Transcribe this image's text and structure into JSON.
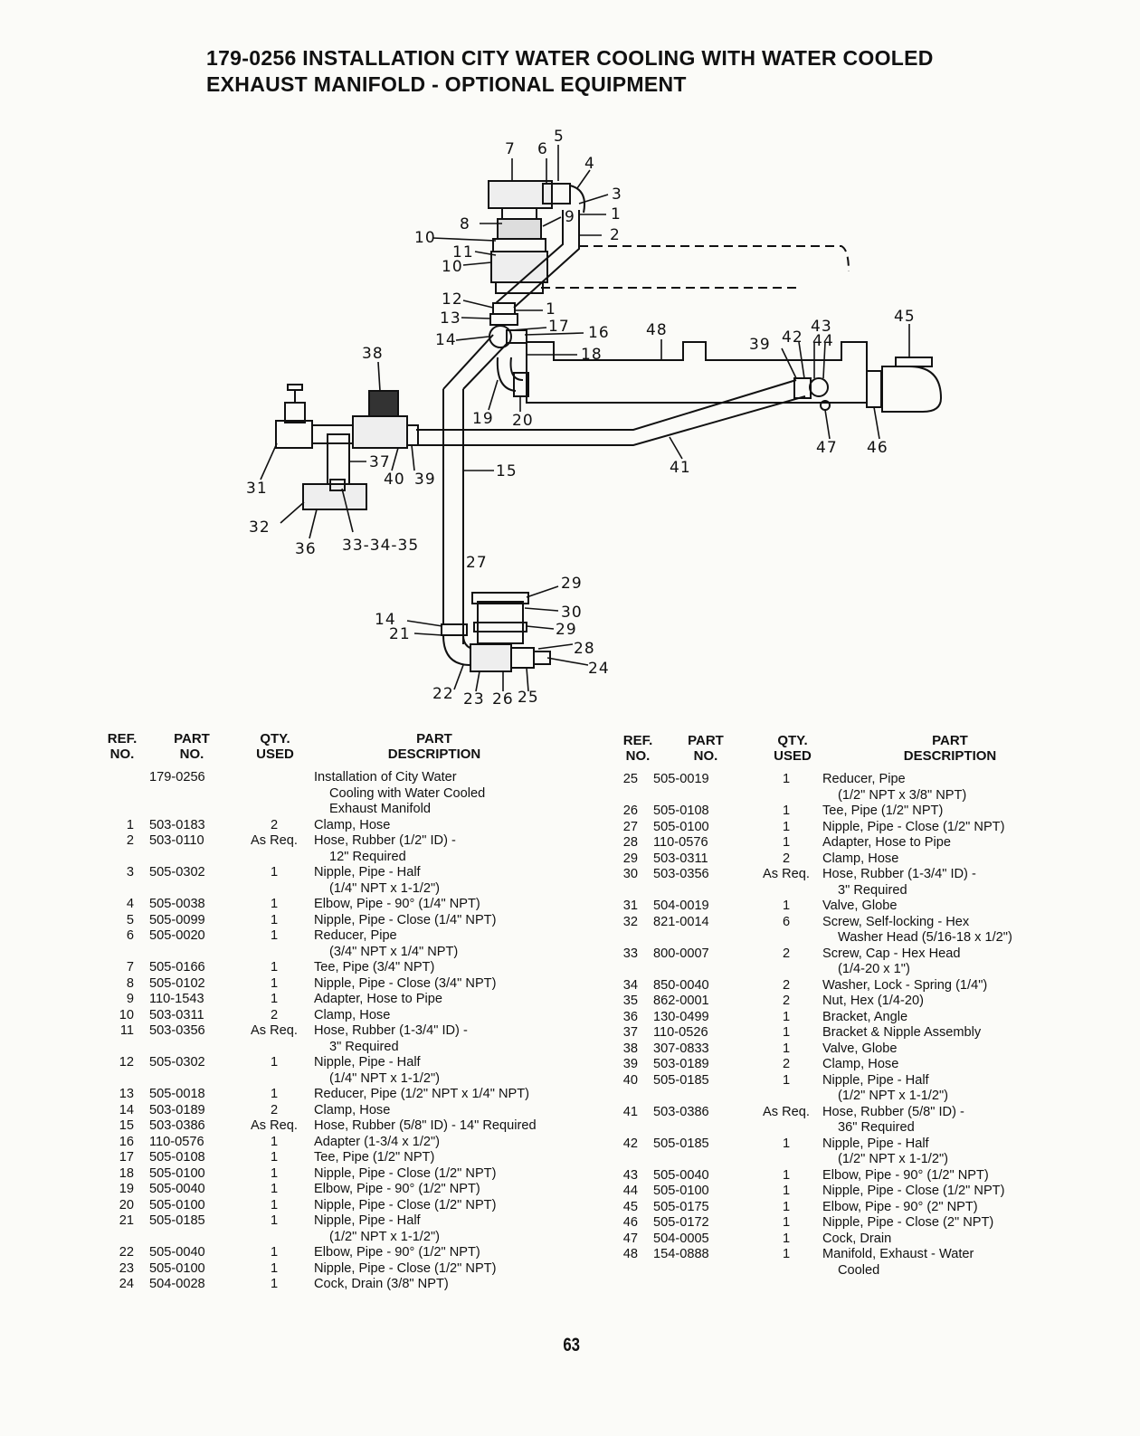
{
  "title": {
    "line1": "179-0256 INSTALLATION CITY WATER COOLING WITH WATER COOLED",
    "line2": "EXHAUST MANIFOLD - OPTIONAL EQUIPMENT"
  },
  "headers": {
    "ref": [
      "REF.",
      "NO."
    ],
    "part": [
      "PART",
      "NO."
    ],
    "qty": [
      "QTY.",
      "USED"
    ],
    "desc": [
      "PART",
      "DESCRIPTION"
    ]
  },
  "diagram_labels": [
    "1",
    "2",
    "3",
    "4",
    "5",
    "6",
    "7",
    "8",
    "9",
    "10",
    "11",
    "10",
    "12",
    "1",
    "13",
    "17",
    "16",
    "14",
    "18",
    "48",
    "39",
    "42",
    "43",
    "44",
    "45",
    "38",
    "19",
    "20",
    "47",
    "46",
    "41",
    "37",
    "40",
    "39",
    "15",
    "31",
    "32",
    "36",
    "33-34-35",
    "27",
    "29",
    "30",
    "29",
    "14",
    "21",
    "28",
    "24",
    "22",
    "23",
    "26",
    "25"
  ],
  "left_rows": [
    {
      "ref": "",
      "part": "179-0256",
      "qty": "",
      "desc": [
        "Installation of City Water",
        "Cooling with Water Cooled",
        "Exhaust Manifold"
      ]
    },
    {
      "ref": "1",
      "part": "503-0183",
      "qty": "2",
      "desc": [
        "Clamp, Hose"
      ]
    },
    {
      "ref": "2",
      "part": "503-0110",
      "qty": "As Req.",
      "desc": [
        "Hose, Rubber (1/2\" ID) -",
        "12\" Required"
      ]
    },
    {
      "ref": "3",
      "part": "505-0302",
      "qty": "1",
      "desc": [
        "Nipple, Pipe - Half",
        "(1/4\" NPT x 1-1/2\")"
      ]
    },
    {
      "ref": "4",
      "part": "505-0038",
      "qty": "1",
      "desc": [
        "Elbow, Pipe - 90° (1/4\" NPT)"
      ]
    },
    {
      "ref": "5",
      "part": "505-0099",
      "qty": "1",
      "desc": [
        "Nipple, Pipe - Close (1/4\" NPT)"
      ]
    },
    {
      "ref": "6",
      "part": "505-0020",
      "qty": "1",
      "desc": [
        "Reducer, Pipe",
        "(3/4\" NPT x 1/4\" NPT)"
      ]
    },
    {
      "ref": "7",
      "part": "505-0166",
      "qty": "1",
      "desc": [
        "Tee, Pipe (3/4\" NPT)"
      ]
    },
    {
      "ref": "8",
      "part": "505-0102",
      "qty": "1",
      "desc": [
        "Nipple, Pipe - Close (3/4\" NPT)"
      ]
    },
    {
      "ref": "9",
      "part": "110-1543",
      "qty": "1",
      "desc": [
        "Adapter, Hose to Pipe"
      ]
    },
    {
      "ref": "10",
      "part": "503-0311",
      "qty": "2",
      "desc": [
        "Clamp, Hose"
      ]
    },
    {
      "ref": "11",
      "part": "503-0356",
      "qty": "As Req.",
      "desc": [
        "Hose, Rubber (1-3/4\" ID) -",
        "3\" Required"
      ]
    },
    {
      "ref": "12",
      "part": "505-0302",
      "qty": "1",
      "desc": [
        "Nipple, Pipe - Half",
        "(1/4\" NPT x 1-1/2\")"
      ]
    },
    {
      "ref": "13",
      "part": "505-0018",
      "qty": "1",
      "desc": [
        "Reducer, Pipe (1/2\" NPT x 1/4\" NPT)"
      ]
    },
    {
      "ref": "14",
      "part": "503-0189",
      "qty": "2",
      "desc": [
        "Clamp, Hose"
      ]
    },
    {
      "ref": "15",
      "part": "503-0386",
      "qty": "As Req.",
      "desc": [
        "Hose, Rubber (5/8\" ID) - 14\" Required"
      ]
    },
    {
      "ref": "16",
      "part": "110-0576",
      "qty": "1",
      "desc": [
        "Adapter (1-3/4 x 1/2\")"
      ]
    },
    {
      "ref": "17",
      "part": "505-0108",
      "qty": "1",
      "desc": [
        "Tee, Pipe (1/2\" NPT)"
      ]
    },
    {
      "ref": "18",
      "part": "505-0100",
      "qty": "1",
      "desc": [
        "Nipple, Pipe - Close (1/2\" NPT)"
      ]
    },
    {
      "ref": "19",
      "part": "505-0040",
      "qty": "1",
      "desc": [
        "Elbow, Pipe - 90° (1/2\" NPT)"
      ]
    },
    {
      "ref": "20",
      "part": "505-0100",
      "qty": "1",
      "desc": [
        "Nipple, Pipe - Close (1/2\" NPT)"
      ]
    },
    {
      "ref": "21",
      "part": "505-0185",
      "qty": "1",
      "desc": [
        "Nipple, Pipe - Half",
        "(1/2\" NPT x 1-1/2\")"
      ]
    },
    {
      "ref": "22",
      "part": "505-0040",
      "qty": "1",
      "desc": [
        "Elbow, Pipe - 90° (1/2\" NPT)"
      ]
    },
    {
      "ref": "23",
      "part": "505-0100",
      "qty": "1",
      "desc": [
        "Nipple, Pipe - Close (1/2\" NPT)"
      ]
    },
    {
      "ref": "24",
      "part": "504-0028",
      "qty": "1",
      "desc": [
        "Cock, Drain (3/8\" NPT)"
      ]
    }
  ],
  "right_rows": [
    {
      "ref": "25",
      "part": "505-0019",
      "qty": "1",
      "desc": [
        "Reducer, Pipe",
        "(1/2\" NPT x 3/8\" NPT)"
      ]
    },
    {
      "ref": "26",
      "part": "505-0108",
      "qty": "1",
      "desc": [
        "Tee, Pipe (1/2\" NPT)"
      ]
    },
    {
      "ref": "27",
      "part": "505-0100",
      "qty": "1",
      "desc": [
        "Nipple, Pipe - Close (1/2\" NPT)"
      ]
    },
    {
      "ref": "28",
      "part": "110-0576",
      "qty": "1",
      "desc": [
        "Adapter, Hose to Pipe"
      ]
    },
    {
      "ref": "29",
      "part": "503-0311",
      "qty": "2",
      "desc": [
        "Clamp, Hose"
      ]
    },
    {
      "ref": "30",
      "part": "503-0356",
      "qty": "As Req.",
      "desc": [
        "Hose, Rubber (1-3/4\" ID) -",
        "3\" Required"
      ]
    },
    {
      "ref": "31",
      "part": "504-0019",
      "qty": "1",
      "desc": [
        "Valve, Globe"
      ]
    },
    {
      "ref": "32",
      "part": "821-0014",
      "qty": "6",
      "desc": [
        "Screw, Self-locking - Hex",
        "Washer Head (5/16-18 x 1/2\")"
      ]
    },
    {
      "ref": "33",
      "part": "800-0007",
      "qty": "2",
      "desc": [
        "Screw, Cap - Hex Head",
        "(1/4-20 x 1\")"
      ]
    },
    {
      "ref": "34",
      "part": "850-0040",
      "qty": "2",
      "desc": [
        "Washer, Lock - Spring (1/4\")"
      ]
    },
    {
      "ref": "35",
      "part": "862-0001",
      "qty": "2",
      "desc": [
        "Nut, Hex (1/4-20)"
      ]
    },
    {
      "ref": "36",
      "part": "130-0499",
      "qty": "1",
      "desc": [
        "Bracket, Angle"
      ]
    },
    {
      "ref": "37",
      "part": "110-0526",
      "qty": "1",
      "desc": [
        "Bracket & Nipple Assembly"
      ]
    },
    {
      "ref": "38",
      "part": "307-0833",
      "qty": "1",
      "desc": [
        "Valve, Globe"
      ]
    },
    {
      "ref": "39",
      "part": "503-0189",
      "qty": "2",
      "desc": [
        "Clamp, Hose"
      ]
    },
    {
      "ref": "40",
      "part": "505-0185",
      "qty": "1",
      "desc": [
        "Nipple, Pipe - Half",
        "(1/2\" NPT x 1-1/2\")"
      ]
    },
    {
      "ref": "41",
      "part": "503-0386",
      "qty": "As Req.",
      "desc": [
        "Hose, Rubber (5/8\" ID) -",
        "36\" Required"
      ]
    },
    {
      "ref": "42",
      "part": "505-0185",
      "qty": "1",
      "desc": [
        "Nipple, Pipe - Half",
        "(1/2\" NPT x 1-1/2\")"
      ]
    },
    {
      "ref": "43",
      "part": "505-0040",
      "qty": "1",
      "desc": [
        "Elbow, Pipe - 90° (1/2\" NPT)"
      ]
    },
    {
      "ref": "44",
      "part": "505-0100",
      "qty": "1",
      "desc": [
        "Nipple, Pipe - Close (1/2\" NPT)"
      ]
    },
    {
      "ref": "45",
      "part": "505-0175",
      "qty": "1",
      "desc": [
        "Elbow, Pipe - 90° (2\" NPT)"
      ]
    },
    {
      "ref": "46",
      "part": "505-0172",
      "qty": "1",
      "desc": [
        "Nipple, Pipe - Close (2\" NPT)"
      ]
    },
    {
      "ref": "47",
      "part": "504-0005",
      "qty": "1",
      "desc": [
        "Cock, Drain"
      ]
    },
    {
      "ref": "48",
      "part": "154-0888",
      "qty": "1",
      "desc": [
        "Manifold, Exhaust - Water",
        "Cooled"
      ]
    }
  ],
  "page_number": "63"
}
